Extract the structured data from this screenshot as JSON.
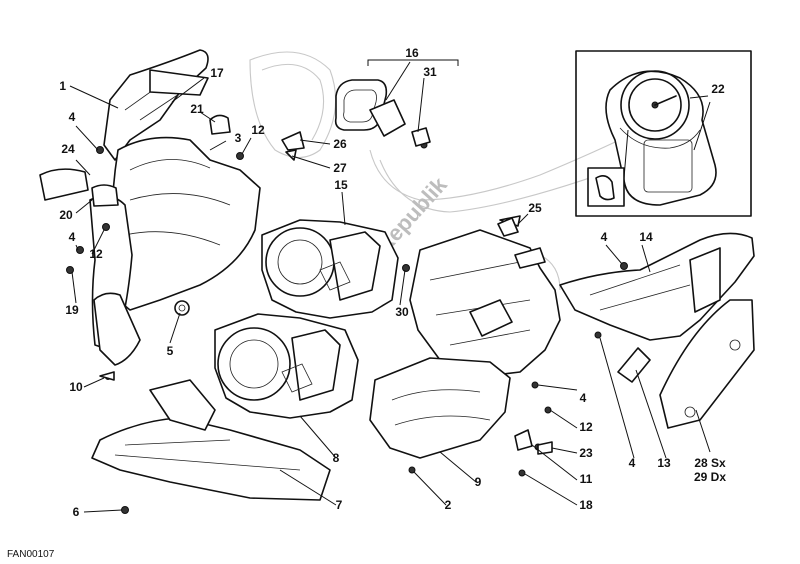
{
  "diagram": {
    "code": "FAN00107",
    "watermark": "Parts Republik",
    "callouts": [
      "1",
      "17",
      "21",
      "3",
      "4",
      "24",
      "20",
      "12",
      "4",
      "19",
      "5",
      "10",
      "6",
      "16",
      "31",
      "12",
      "26",
      "27",
      "15",
      "25",
      "4",
      "14",
      "22",
      "30",
      "4",
      "12",
      "23",
      "11",
      "18",
      "4",
      "13",
      "28 Sx",
      "29 Dx",
      "8",
      "7",
      "2",
      "9"
    ]
  }
}
